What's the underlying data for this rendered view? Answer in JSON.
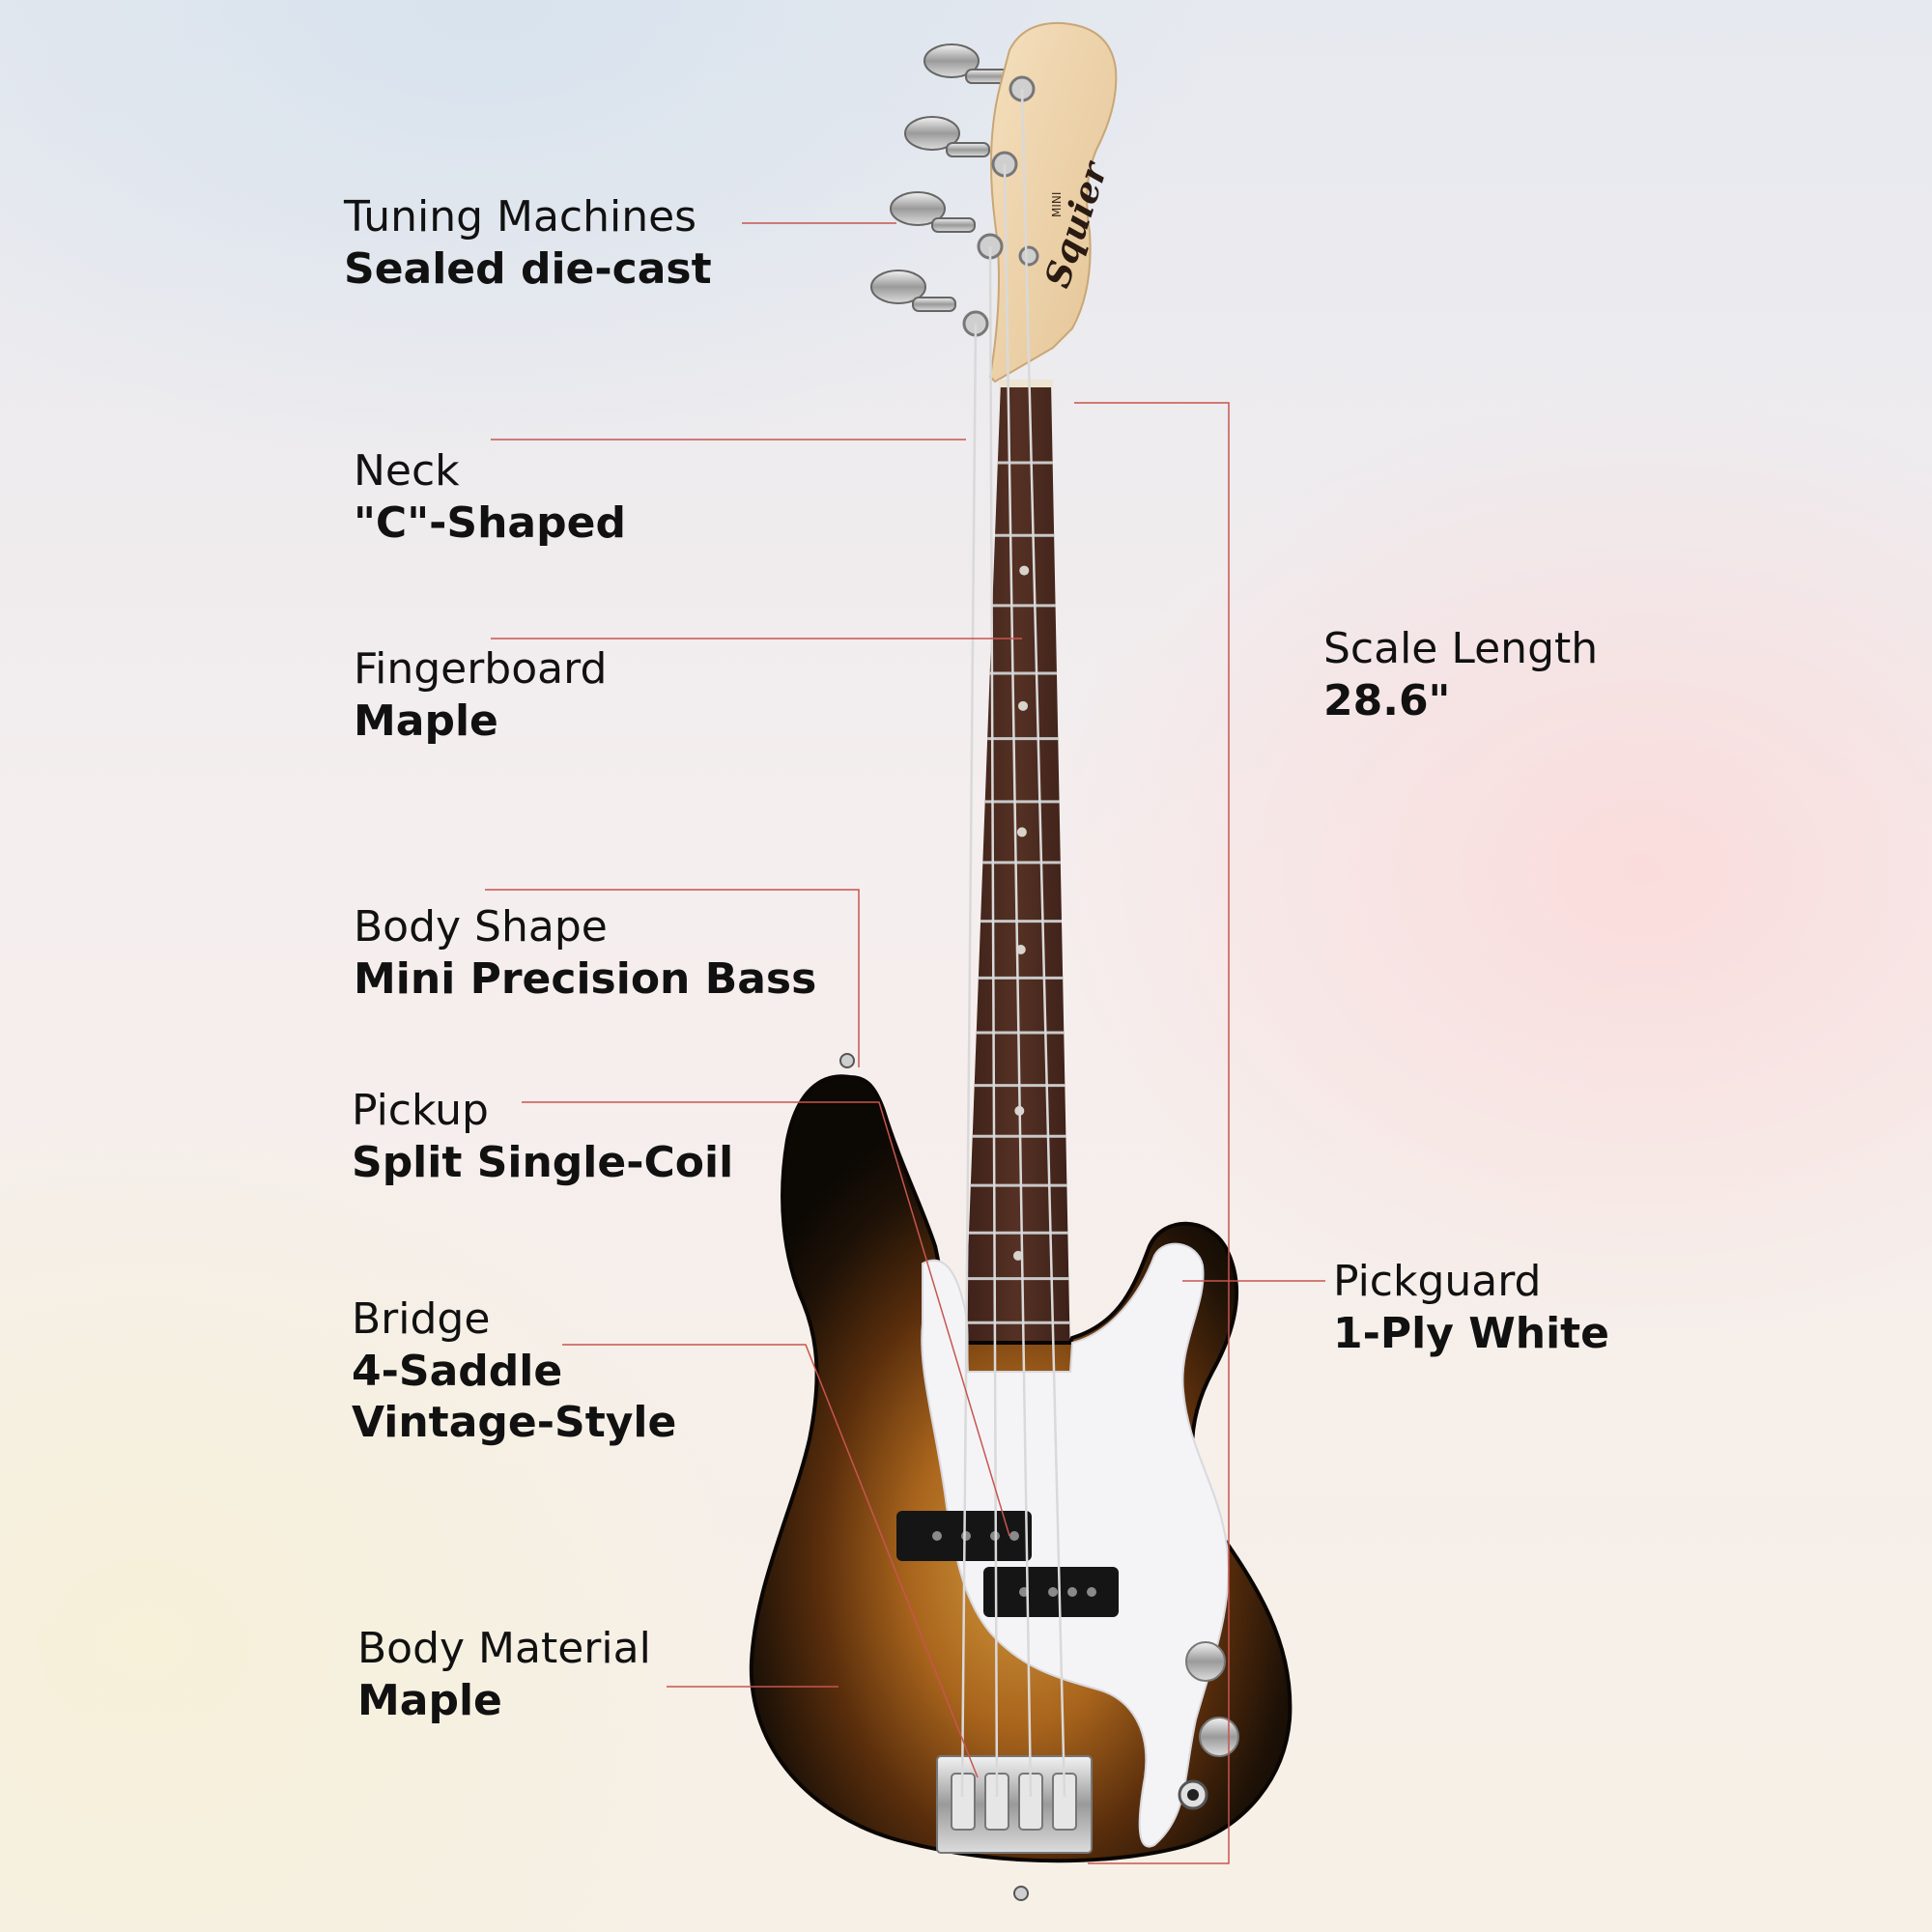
{
  "headstock": {
    "brand": "Squier",
    "model": "MINI"
  },
  "labels": {
    "tuning_machines": {
      "name": "Tuning Machines",
      "value": "Sealed die-cast"
    },
    "neck": {
      "name": "Neck",
      "value": "\"C\"-Shaped"
    },
    "fingerboard": {
      "name": "Fingerboard",
      "value": "Maple"
    },
    "body_shape": {
      "name": "Body Shape",
      "value": "Mini Precision Bass"
    },
    "pickup": {
      "name": "Pickup",
      "value": "Split Single-Coil"
    },
    "bridge": {
      "name": "Bridge",
      "value_line1": "4-Saddle",
      "value_line2": "Vintage-Style"
    },
    "body_material": {
      "name": "Body Material",
      "value": "Maple"
    },
    "scale_length": {
      "name": "Scale Length",
      "value": "28.6\""
    },
    "pickguard": {
      "name": "Pickguard",
      "value": "1-Ply White"
    }
  },
  "colors": {
    "leader_line": "#c8554f",
    "body_sunburst_center": "#c98a2e",
    "body_edge": "#141008",
    "pickguard": "#f4f4f6",
    "fretboard": "#4a2a20",
    "maple_headstock": "#efd6b0"
  }
}
